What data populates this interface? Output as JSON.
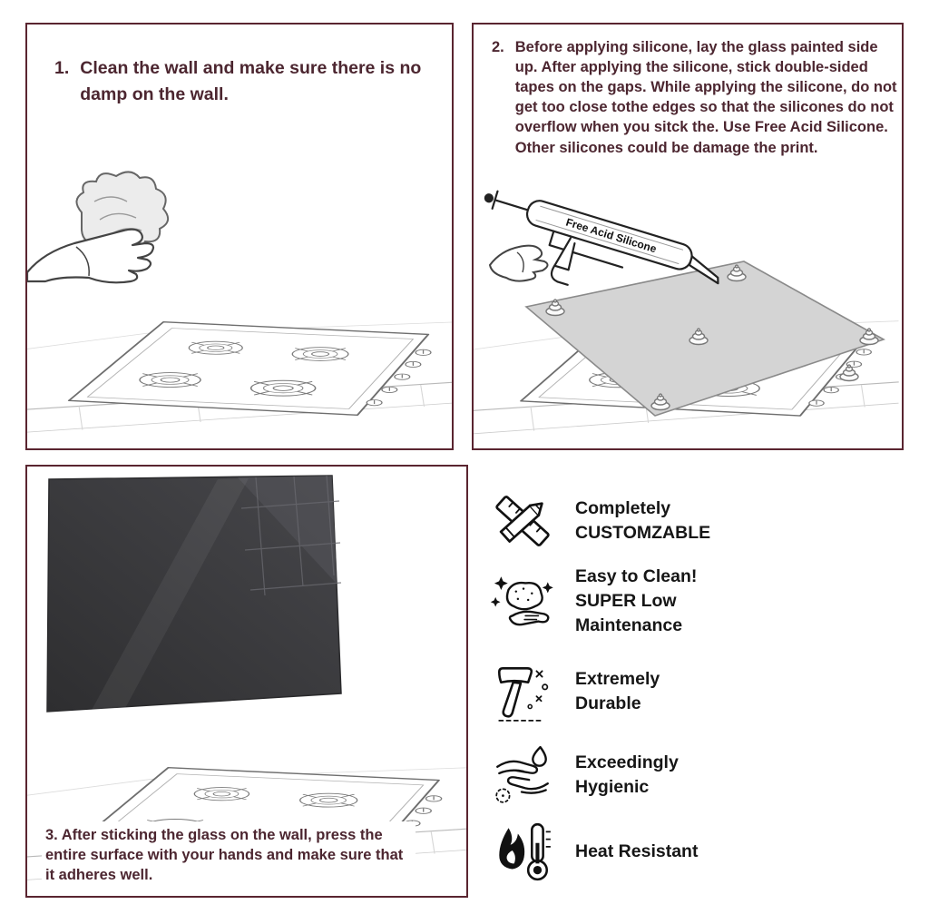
{
  "theme": {
    "panel_border": "#5a2530",
    "step_text_color": "#4c2630",
    "feature_text_color": "#161616",
    "glass_light": "#d4d4d4",
    "glass_dark": "#3a3a3e"
  },
  "steps": {
    "s1": {
      "num": "1.",
      "text": "Clean the wall and make sure there is no damp on the wall."
    },
    "s2": {
      "num": "2.",
      "text": "Before applying silicone, lay the glass painted side up. After applying the silicone, stick double-sided tapes on the gaps. While applying the silicone, do not get too close tothe edges so that the silicones do not overflow when you sitck the. Use Free Acid Silicone. Other silicones could be damage the print."
    },
    "s3": {
      "num": "3.",
      "text": "After sticking the glass on the wall, press the entire surface with your hands and make sure that it adheres well."
    }
  },
  "illustrations": {
    "silicone_tube_label": "Free Acid Silicone"
  },
  "features": [
    {
      "id": "customizable",
      "text": "Completely\nCUSTOMZABLE"
    },
    {
      "id": "easy-clean",
      "text": "Easy to Clean!\nSUPER Low\nMaintenance"
    },
    {
      "id": "durable",
      "text": "Extremely\nDurable"
    },
    {
      "id": "hygienic",
      "text": "Exceedingly\nHygienic"
    },
    {
      "id": "heat-resistant",
      "text": "Heat Resistant"
    }
  ]
}
